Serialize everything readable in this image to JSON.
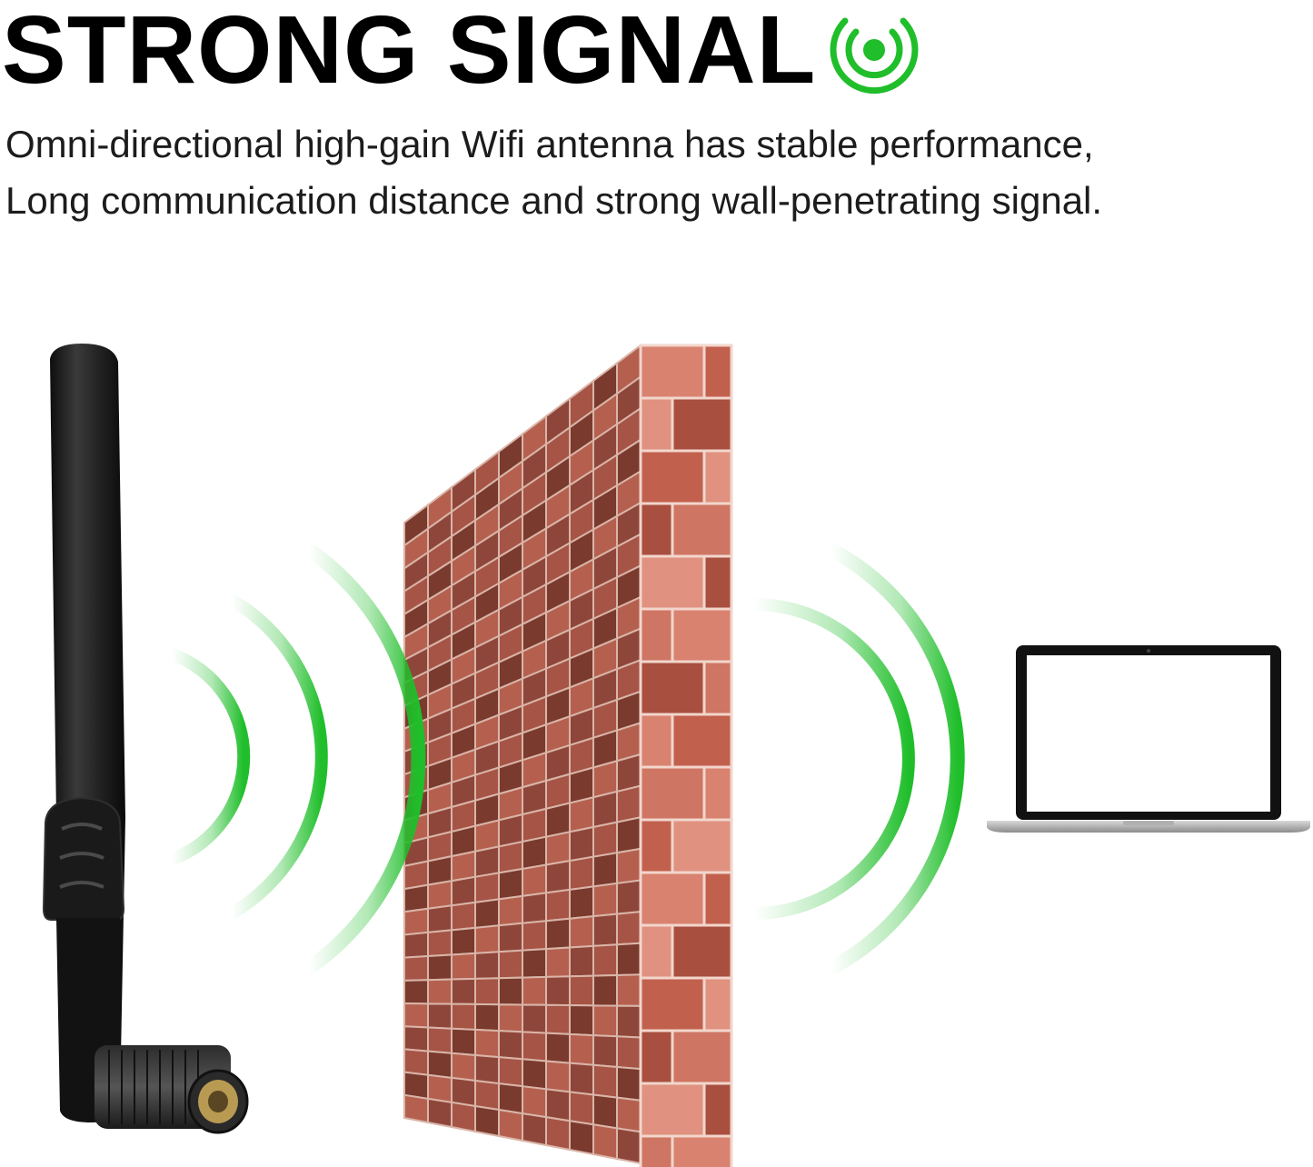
{
  "headline": "STRONG SIGNAL",
  "subtitle_lines": [
    "Omni-directional high-gain Wifi antenna has stable performance,",
    "Long communication distance and strong wall-penetrating signal."
  ],
  "icons": {
    "signal": "signal-broadcast-icon",
    "antenna": "wifi-antenna-icon",
    "wall": "brick-wall-icon",
    "laptop": "laptop-icon"
  },
  "colors": {
    "accent_green": "#1fbe2a",
    "brick_dark": "#7a3a2e",
    "brick_mid": "#a65446",
    "brick_light": "#d98270",
    "antenna_black": "#1c1c1c"
  }
}
